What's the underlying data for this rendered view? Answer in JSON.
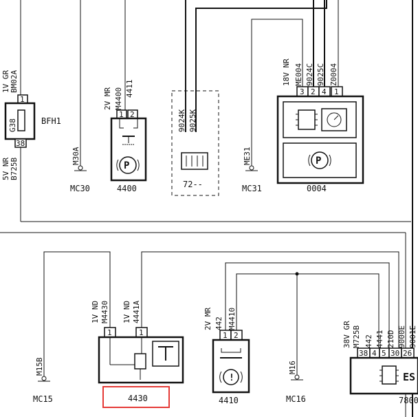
{
  "components": {
    "bfh1": {
      "id": "BFH1",
      "pin_top": "1",
      "pin_bot": "38",
      "inner": "G38",
      "w_top": [
        "1V GR",
        "BM02A"
      ],
      "w_bot": [
        "5V NR",
        "B725B"
      ]
    },
    "c4400": {
      "id": "4400",
      "pins": [
        "1",
        "2"
      ],
      "wire_info": [
        "2V MR",
        "M4400",
        "4411"
      ]
    },
    "c7200": {
      "id": "72--",
      "wires": [
        "9024K",
        "9025K"
      ]
    },
    "c0004": {
      "id": "0004",
      "pins": [
        "3",
        "2",
        "4",
        "1"
      ],
      "connector": "18V NR",
      "wires": [
        "ME004",
        "9024C",
        "9025C",
        "Z0004"
      ]
    },
    "c4430": {
      "id": "4430",
      "pins": [
        "1",
        "1"
      ],
      "wires": [
        [
          "1V ND",
          "M4430"
        ],
        [
          "1V ND",
          "4441A"
        ]
      ]
    },
    "c4410": {
      "id": "4410",
      "pins": [
        "1",
        "2"
      ],
      "wire_info": [
        "2V MR",
        "442",
        "M4410"
      ]
    },
    "c7800": {
      "id": "7800",
      "pins": [
        "38",
        "4",
        "5",
        "30",
        "26"
      ],
      "connector": "38V GR",
      "wires": [
        "M725B",
        "442",
        "4441",
        "210D",
        "9000E",
        "9001E"
      ],
      "label_fragment": "ES"
    }
  },
  "grounds": {
    "mc30": {
      "label": "MC30",
      "wire": "M30A"
    },
    "mc31": {
      "label": "MC31",
      "wire": "ME31"
    },
    "mc15": {
      "label": "MC15",
      "wire": "M15B"
    },
    "mc16": {
      "label": "MC16",
      "wire": "M16"
    }
  },
  "highlight": {
    "color": "#e53935",
    "target": "4430"
  }
}
